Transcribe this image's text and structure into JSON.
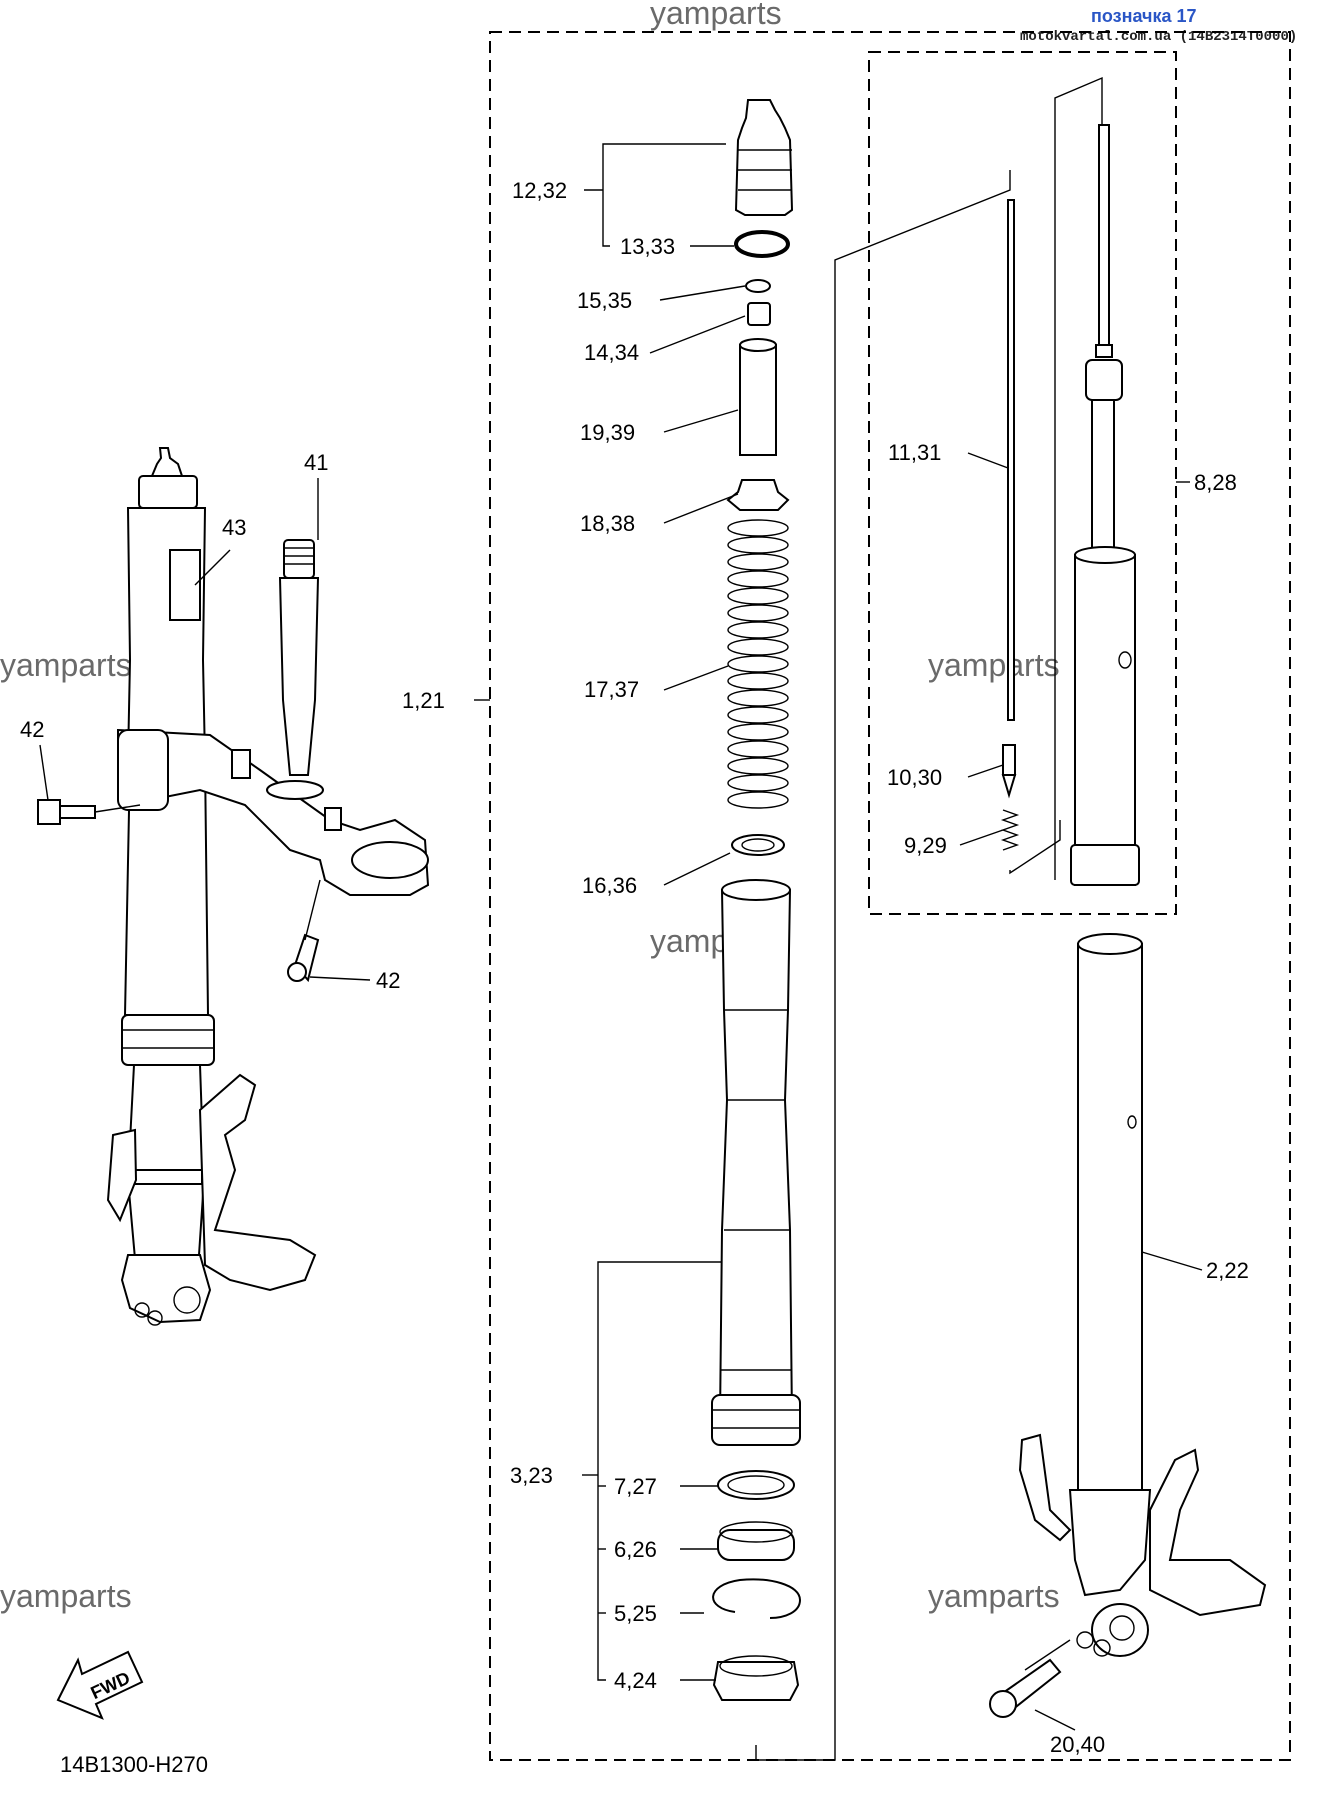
{
  "header": {
    "title": "позначка 17",
    "source": "motokvartal.com.ua (14B2314T0000)"
  },
  "watermarks": [
    "yamparts",
    "yamparts",
    "yamparts",
    "yamparts",
    "yamparts",
    "yamparts"
  ],
  "diagram_code": "14B1300-H270",
  "fwd_label": "FWD",
  "callouts": [
    "12,32",
    "13,33",
    "15,35",
    "14,34",
    "19,39",
    "18,38",
    "17,37",
    "16,36",
    "1,21",
    "3,23",
    "7,27",
    "6,26",
    "5,25",
    "4,24",
    "20,40",
    "2,22",
    "11,31",
    "10,30",
    "9,29",
    "8,28",
    "41",
    "42",
    "42",
    "43"
  ]
}
